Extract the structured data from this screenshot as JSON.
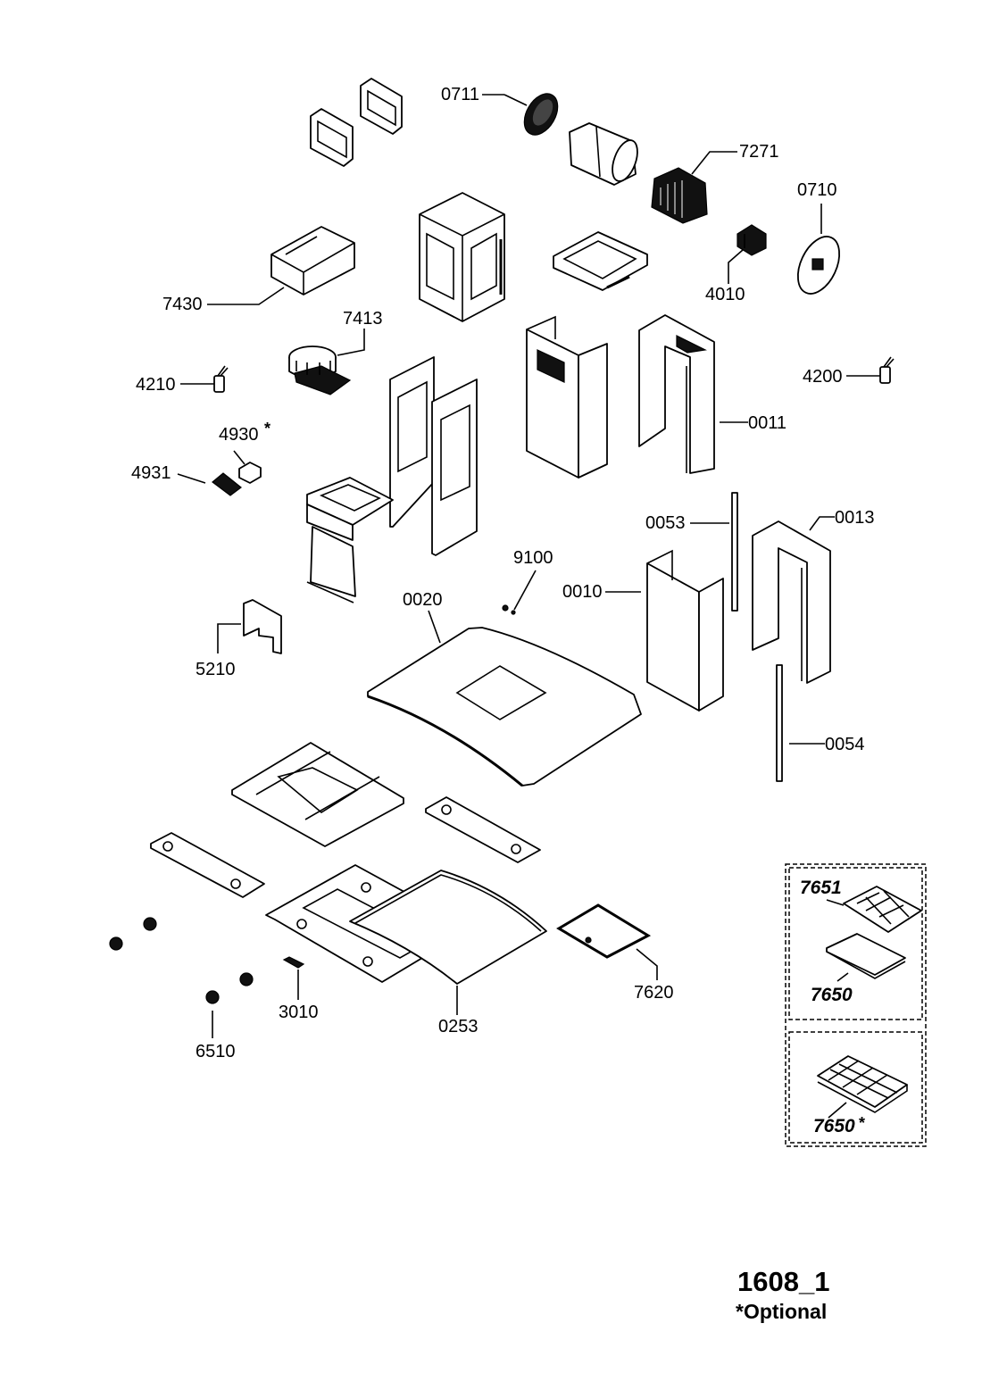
{
  "diagram": {
    "type": "exploded-parts-diagram",
    "subject": "chimney range hood",
    "parts": [
      {
        "id": "0711",
        "label": "0711"
      },
      {
        "id": "7271",
        "label": "7271"
      },
      {
        "id": "0710",
        "label": "0710"
      },
      {
        "id": "4010",
        "label": "4010"
      },
      {
        "id": "7430",
        "label": "7430"
      },
      {
        "id": "7413",
        "label": "7413"
      },
      {
        "id": "4210",
        "label": "4210"
      },
      {
        "id": "4200",
        "label": "4200"
      },
      {
        "id": "0011",
        "label": "0011"
      },
      {
        "id": "4930",
        "label": "4930",
        "optional": true
      },
      {
        "id": "4931",
        "label": "4931"
      },
      {
        "id": "0053",
        "label": "0053"
      },
      {
        "id": "0013",
        "label": "0013"
      },
      {
        "id": "9100",
        "label": "9100"
      },
      {
        "id": "0010",
        "label": "0010"
      },
      {
        "id": "0020",
        "label": "0020"
      },
      {
        "id": "5210",
        "label": "5210"
      },
      {
        "id": "0054",
        "label": "0054"
      },
      {
        "id": "7651",
        "label": "7651"
      },
      {
        "id": "7650",
        "label": "7650"
      },
      {
        "id": "7620",
        "label": "7620"
      },
      {
        "id": "3010",
        "label": "3010"
      },
      {
        "id": "0253",
        "label": "0253"
      },
      {
        "id": "6510",
        "label": "6510"
      },
      {
        "id": "7650-alt",
        "label": "7650",
        "optional": true
      }
    ],
    "optional_marker": "*",
    "drawing_code": "1608_1",
    "footnote": "*Optional"
  }
}
